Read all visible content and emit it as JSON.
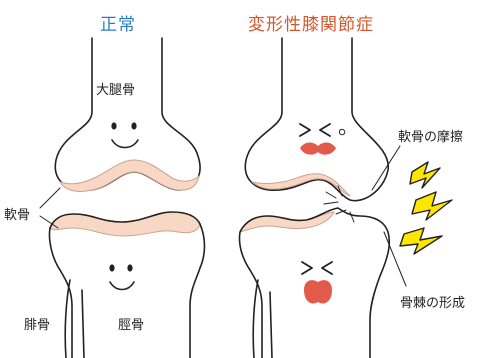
{
  "titles": {
    "normal": "正常",
    "oa": "変形性膝関節症"
  },
  "labels": {
    "femur": "大腿骨",
    "cartilage": "軟骨",
    "fibula": "腓骨",
    "tibia": "脛骨",
    "cartilage_wear": "軟骨の摩擦",
    "osteophyte": "骨棘の形成"
  },
  "colors": {
    "title_blue": "#2a7cc7",
    "title_orange": "#d6552a",
    "cartilage": "#f8d8c4",
    "outline": "#222222",
    "pain_yellow": "#ffe600",
    "mouth_red": "#e25a4a"
  }
}
